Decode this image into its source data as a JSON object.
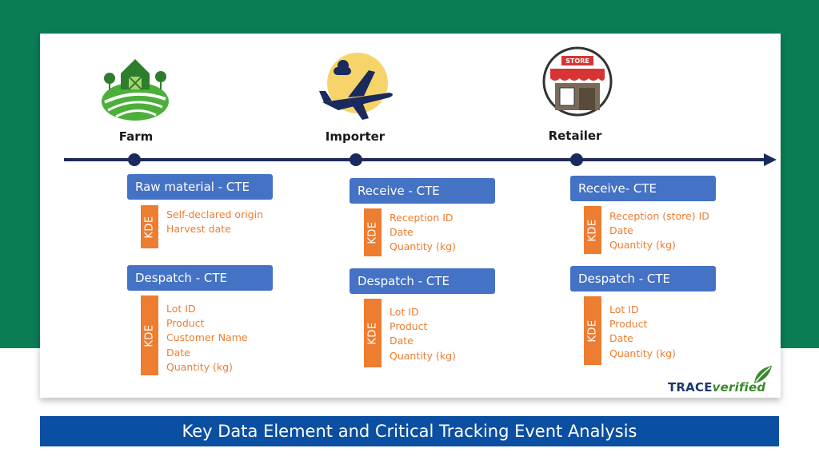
{
  "colors": {
    "band": "#0a7d55",
    "timeline": "#1b2a5c",
    "cte": "#4472c4",
    "kde": "#ed7d31",
    "footer": "#0b4fa3"
  },
  "stages": [
    {
      "label": "Farm",
      "icon": "farm-barn-icon",
      "cte_primary": "Raw material - CTE",
      "kde_primary": [
        "Self-declared origin",
        "Harvest date"
      ],
      "cte_secondary": "Despatch - CTE",
      "kde_secondary": [
        "Lot ID",
        "Product",
        "Customer Name",
        "Date",
        "Quantity (kg)"
      ]
    },
    {
      "label": "Importer",
      "icon": "airplane-icon",
      "cte_primary": "Receive - CTE",
      "kde_primary": [
        "Reception ID",
        "Date",
        "Quantity (kg)"
      ],
      "cte_secondary": "Despatch - CTE",
      "kde_secondary": [
        "Lot ID",
        "Product",
        "Date",
        "Quantity (kg)"
      ]
    },
    {
      "label": "Retailer",
      "icon": "store-icon",
      "store_sign": "STORE",
      "cte_primary": "Receive- CTE",
      "kde_primary": [
        "Reception (store) ID",
        "Date",
        "Quantity (kg)"
      ],
      "cte_secondary": "Despatch - CTE",
      "kde_secondary": [
        "Lot ID",
        "Product",
        "Date",
        "Quantity (kg)"
      ]
    }
  ],
  "kde_tab_label": "KDE",
  "logo": {
    "part1": "TRACE",
    "part2": "verified"
  },
  "footer_title": "Key Data Element and Critical Tracking Event Analysis"
}
